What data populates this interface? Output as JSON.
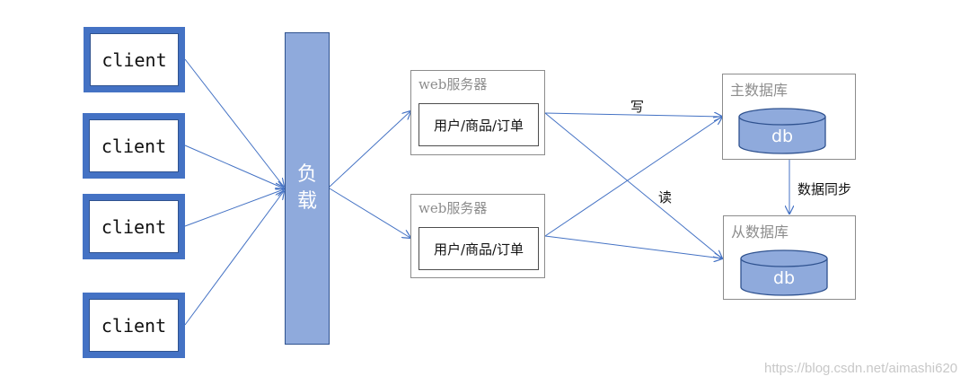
{
  "clients": [
    "client",
    "client",
    "client",
    "client"
  ],
  "load_balancer": {
    "chars": [
      "负",
      "载"
    ]
  },
  "web_servers": [
    {
      "title": "web服务器",
      "services": "用户/商品/订单"
    },
    {
      "title": "web服务器",
      "services": "用户/商品/订单"
    }
  ],
  "databases": {
    "master": {
      "title": "主数据库",
      "cylinder_label": "db"
    },
    "slave": {
      "title": "从数据库",
      "cylinder_label": "db"
    }
  },
  "edge_labels": {
    "write": "写",
    "read": "读",
    "sync": "数据同步"
  },
  "watermark": "https://blog.csdn.net/aimashi620",
  "colors": {
    "client_border": "#4472c4",
    "load_balancer_fill": "#8faadc",
    "arrow": "#4472c4",
    "db_fill": "#8faadc"
  }
}
